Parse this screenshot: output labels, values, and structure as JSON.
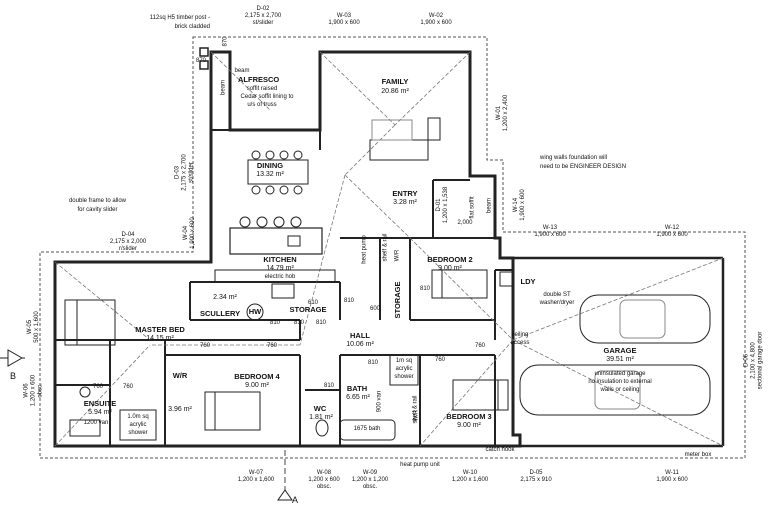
{
  "rooms": {
    "alfresco": {
      "name": "ALFRESCO",
      "note1": "soffit raised",
      "note2": "Cedar soffit lining to",
      "note3": "u/s of truss"
    },
    "family": {
      "name": "FAMILY",
      "area": "20.86 m²"
    },
    "dining": {
      "name": "DINING",
      "area": "13.32 m²"
    },
    "entry": {
      "name": "ENTRY",
      "area": "3.28 m²"
    },
    "kitchen": {
      "name": "KITCHEN",
      "area": "14.79 m²",
      "note": "electric hob"
    },
    "bedroom2": {
      "name": "BEDROOM 2",
      "area": "9.00 m²"
    },
    "ldy": {
      "name": "LDY",
      "note1": "double ST",
      "note2": "washer/dryer"
    },
    "scullery": {
      "name": "SCULLERY",
      "area": "2.34 m²"
    },
    "storage": {
      "name": "STORAGE"
    },
    "storage2": {
      "name": "STORAGE"
    },
    "master": {
      "name": "MASTER BED",
      "area": "14.15 m²"
    },
    "hall": {
      "name": "HALL",
      "area": "10.06 m²"
    },
    "garage": {
      "name": "GARAGE",
      "area": "39.51 m²",
      "note1": "uninsulated garage",
      "note2": "no insulation to external",
      "note3": "walls or ceiling"
    },
    "bedroom4": {
      "name": "BEDROOM 4",
      "area": "9.00 m²"
    },
    "wr1": {
      "name": "W/R",
      "area": "3.96 m²"
    },
    "ensuite": {
      "name": "ENSUITE",
      "area": "5.94 m²"
    },
    "bath": {
      "name": "BATH",
      "area": "6.65 m²"
    },
    "wc": {
      "name": "WC",
      "area": "1.81 m²"
    },
    "bedroom3": {
      "name": "BEDROOM 3",
      "area": "9.00 m²"
    }
  },
  "fixtures": {
    "hw": "HW",
    "heat_pump": "heat pump",
    "wr_vert": "W/R",
    "wr_bath": "W/R",
    "shelf": "shelf & rail",
    "shelf2": "shelf & rail",
    "ceiling_access1": "ceiling",
    "ceiling_access2": "access",
    "van": "1200 van",
    "acrylic_ens1": "1.0m sq",
    "acrylic_ens2": "acrylic",
    "acrylic_ens3": "shower",
    "acrylic_bath1": "1m sq",
    "acrylic_bath2": "acrylic",
    "acrylic_bath3": "shower",
    "bath_tub": "1675 bath",
    "vanity_bath": "900 van",
    "door_760_a": "760",
    "door_760_b": "760",
    "door_760_c": "760",
    "door_760_d": "760",
    "door_760_e": "760",
    "door_760_f": "760",
    "door_810_a": "810",
    "door_810_b": "810",
    "door_810_c": "810",
    "door_810_d": "810",
    "door_810_e": "810",
    "door_810_f": "810",
    "door_810_g": "810",
    "door_610": "610",
    "door_600": "600",
    "dim_2000": "2,000"
  },
  "annotations": {
    "timber_post1": "112sq H5 timber post -",
    "timber_post2": "brick cladded",
    "post_870": "870",
    "post_870b": "870",
    "beam_top": "beam",
    "beam_left": "beam",
    "beam_entry": "beam",
    "flat_soffit": "flat soffit",
    "wing_walls1": "wing walls foundation will",
    "wing_walls2": "need to be ENGINEER DESIGN",
    "double_frame1": "double frame to allow",
    "double_frame2": "for cavity slider",
    "catch_hook": "catch hook",
    "heat_pump_unit": "heat pump unit",
    "meter_box": "meter box",
    "section_a": "A",
    "section_b": "B"
  },
  "openings": {
    "d02": {
      "code": "D-02",
      "size": "2,175 x 2,700",
      "type": "st/slider"
    },
    "w03": {
      "code": "W-03",
      "size": "1,900 x 600"
    },
    "w02": {
      "code": "W-02",
      "size": "1,900 x 600"
    },
    "w01": {
      "code": "W-01",
      "size": "1,200 x 2,400"
    },
    "d03": {
      "code": "D-03",
      "size": "2,175 x 2,700",
      "type": "st/slider"
    },
    "d01": {
      "code": "D-01",
      "size": "1,200 x 1,538"
    },
    "w14": {
      "code": "W-14",
      "size": "1,900 x 600"
    },
    "w13": {
      "code": "W-13",
      "size": "1,900 x 600"
    },
    "w12": {
      "code": "W-12",
      "size": "1,900 x 600"
    },
    "w04": {
      "code": "W-04",
      "size": "1,900 x 600"
    },
    "d04": {
      "code": "D-04",
      "size": "2,175 x 2,000",
      "type": "r/slider"
    },
    "w05": {
      "code": "W-05",
      "size": "500 x 1,600"
    },
    "w06": {
      "code": "W-06",
      "size": "1,200 x 600",
      "type": "obsc."
    },
    "d06": {
      "code": "D-06",
      "size": "2,100 x 4,800",
      "type": "sectional garage door"
    },
    "w07": {
      "code": "W-07",
      "size": "1,200 x 1,600"
    },
    "w08": {
      "code": "W-08",
      "size": "1,200 x 600",
      "type": "obsc."
    },
    "w09": {
      "code": "W-09",
      "size": "1,200 x 1,200",
      "type": "obsc."
    },
    "w10": {
      "code": "W-10",
      "size": "1,200 x 1,600"
    },
    "d05": {
      "code": "D-05",
      "size": "2,175 x 910"
    },
    "w11": {
      "code": "W-11",
      "size": "1,900 x 600"
    }
  }
}
